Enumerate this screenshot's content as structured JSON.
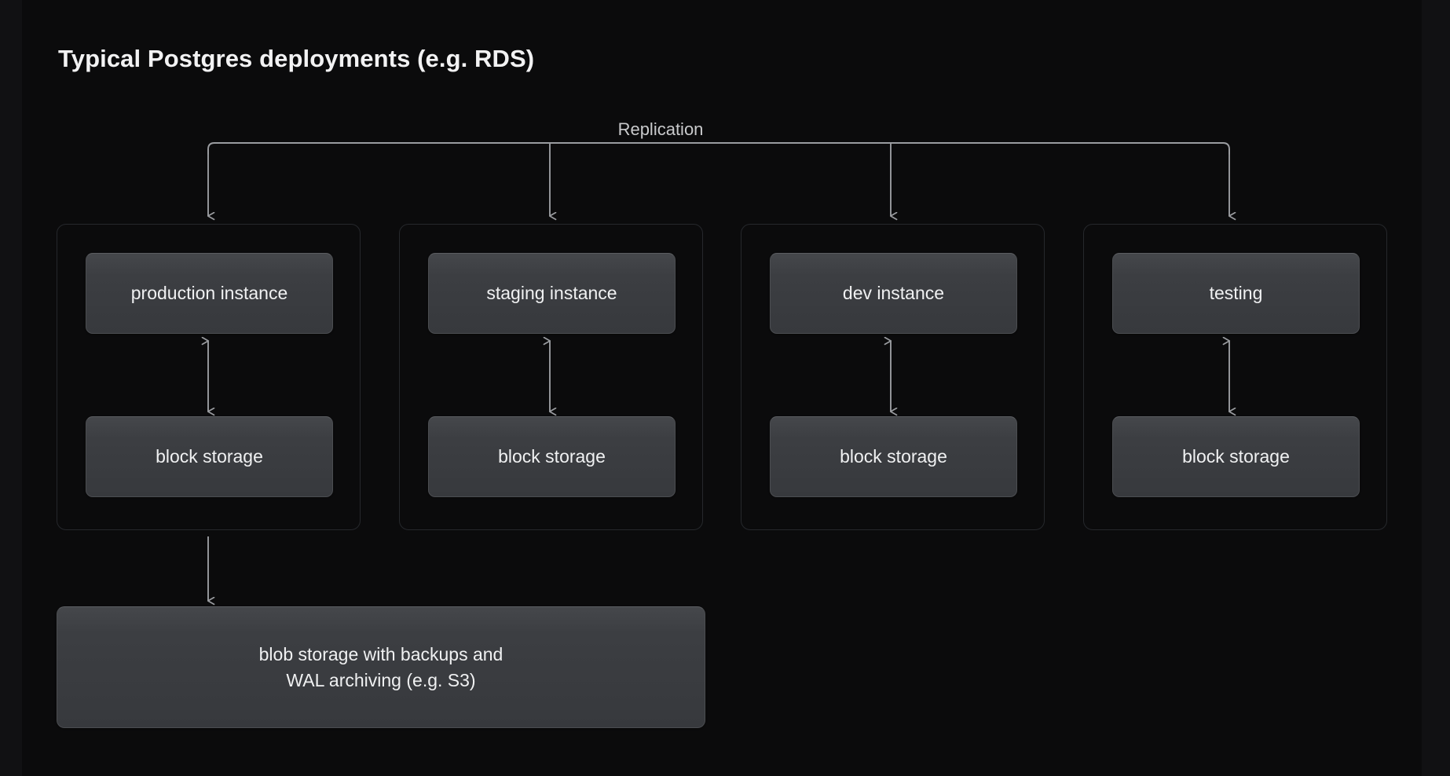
{
  "title": "Typical Postgres deployments (e.g. RDS)",
  "replication_label": "Replication",
  "columns": [
    {
      "instance": "production instance",
      "storage": "block storage"
    },
    {
      "instance": "staging instance",
      "storage": "block storage"
    },
    {
      "instance": "dev instance",
      "storage": "block storage"
    },
    {
      "instance": "testing",
      "storage": "block storage"
    }
  ],
  "blob_storage": {
    "line1": "blob storage with backups and",
    "line2": "WAL archiving (e.g. S3)"
  },
  "icons": {
    "replication_bus": "bus-branch-arrows",
    "sync_arrow": "double-headed-arrow",
    "backup_arrow": "down-arrow"
  },
  "colors": {
    "page_background": "#111113",
    "panel_background": "#0b0b0c",
    "node_fill": "#3c3e42",
    "node_border": "#4b4d51",
    "group_border": "#26282c",
    "connector": "#9a9ca0",
    "text_primary": "#f0f1f2",
    "text_secondary": "#c9cacc"
  }
}
